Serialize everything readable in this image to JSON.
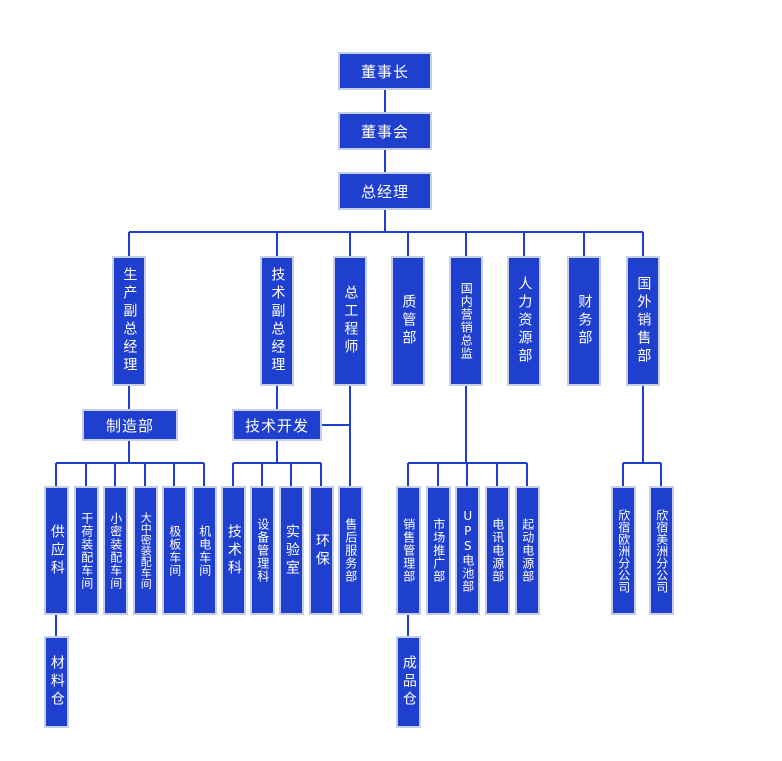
{
  "top": {
    "chairman": "董事长",
    "board": "董事会",
    "gm": "总经理"
  },
  "level2": {
    "prod_vp": "生产副总经理",
    "tech_vp": "技术副总经理",
    "chief_engineer": "总工程师",
    "quality": "质管部",
    "domestic_sales": "国内营销总监",
    "hr": "人力资源部",
    "finance": "财务部",
    "intl_sales": "国外销售部"
  },
  "level3": {
    "manufacturing": "制造部",
    "tech_dev": "技术开发"
  },
  "manufacturing_children": [
    "供应科",
    "干荷装配车间",
    "小密装配车间",
    "大中密装配车间",
    "极板车间",
    "机电车间"
  ],
  "tech_children": [
    "技术科",
    "设备管理科",
    "实验室",
    "环保"
  ],
  "after_sales": "售后服务部",
  "domestic_children": [
    "销售管理部",
    "市场推广部",
    "UPS电池部",
    "电讯电源部",
    "起动电源部"
  ],
  "intl_children": [
    "欣宿欧洲分公司",
    "欣宿美洲分公司"
  ],
  "leaf": {
    "materials": "材料仓",
    "finished_goods": "成品仓"
  }
}
